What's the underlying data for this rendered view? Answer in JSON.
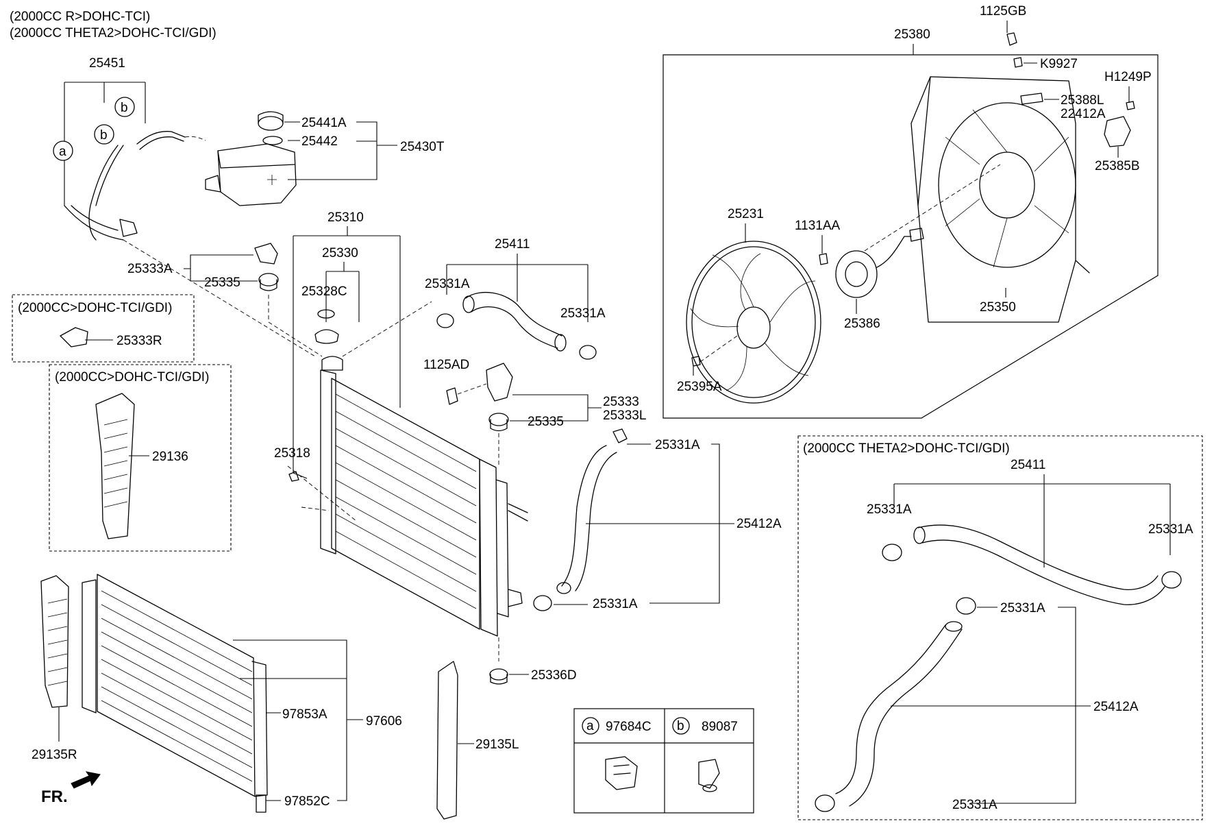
{
  "header": {
    "line1": "(2000CC R>DOHC-TCI)",
    "line2": "(2000CC THETA2>DOHC-TCI/GDI)"
  },
  "variant_boxes": {
    "left_top": "(2000CC>DOHC-TCI/GDI)",
    "left_mid": "(2000CC>DOHC-TCI/GDI)",
    "right": "(2000CC THETA2>DOHC-TCI/GDI)"
  },
  "parts": {
    "p25451": "25451",
    "p25441A": "25441A",
    "p25442": "25442",
    "p25430T": "25430T",
    "p25333A": "25333A",
    "p25335_top": "25335",
    "p25333R": "25333R",
    "p25310": "25310",
    "p25330": "25330",
    "p25328C": "25328C",
    "p25411": "25411",
    "p25331A_1": "25331A",
    "p25331A_2": "25331A",
    "p1125AD": "1125AD",
    "p25333": "25333",
    "p25333L": "25333L",
    "p25335_mid": "25335",
    "p29136": "29136",
    "p25318": "25318",
    "p25331A_3": "25331A",
    "p25412A": "25412A",
    "p25331A_4": "25331A",
    "p25336D": "25336D",
    "p29135R": "29135R",
    "p97853A": "97853A",
    "p97606": "97606",
    "p97852C": "97852C",
    "p29135L": "29135L",
    "p1125GB": "1125GB",
    "p25380": "25380",
    "pK9927": "K9927",
    "pH1249P": "H1249P",
    "p25388L": "25388L",
    "p22412A": "22412A",
    "p25385B": "25385B",
    "p25231": "25231",
    "p1131AA": "1131AA",
    "p25386": "25386",
    "p25350": "25350",
    "p25395A": "25395A",
    "r25411": "25411",
    "r25331A_1": "25331A",
    "r25331A_2": "25331A",
    "r25331A_3": "25331A",
    "r25412A": "25412A",
    "r25331A_4": "25331A"
  },
  "callouts": {
    "a": "a",
    "b": "b"
  },
  "legend": {
    "a_letter": "a",
    "a_part": "97684C",
    "b_letter": "b",
    "b_part": "89087"
  },
  "front_label": "FR."
}
